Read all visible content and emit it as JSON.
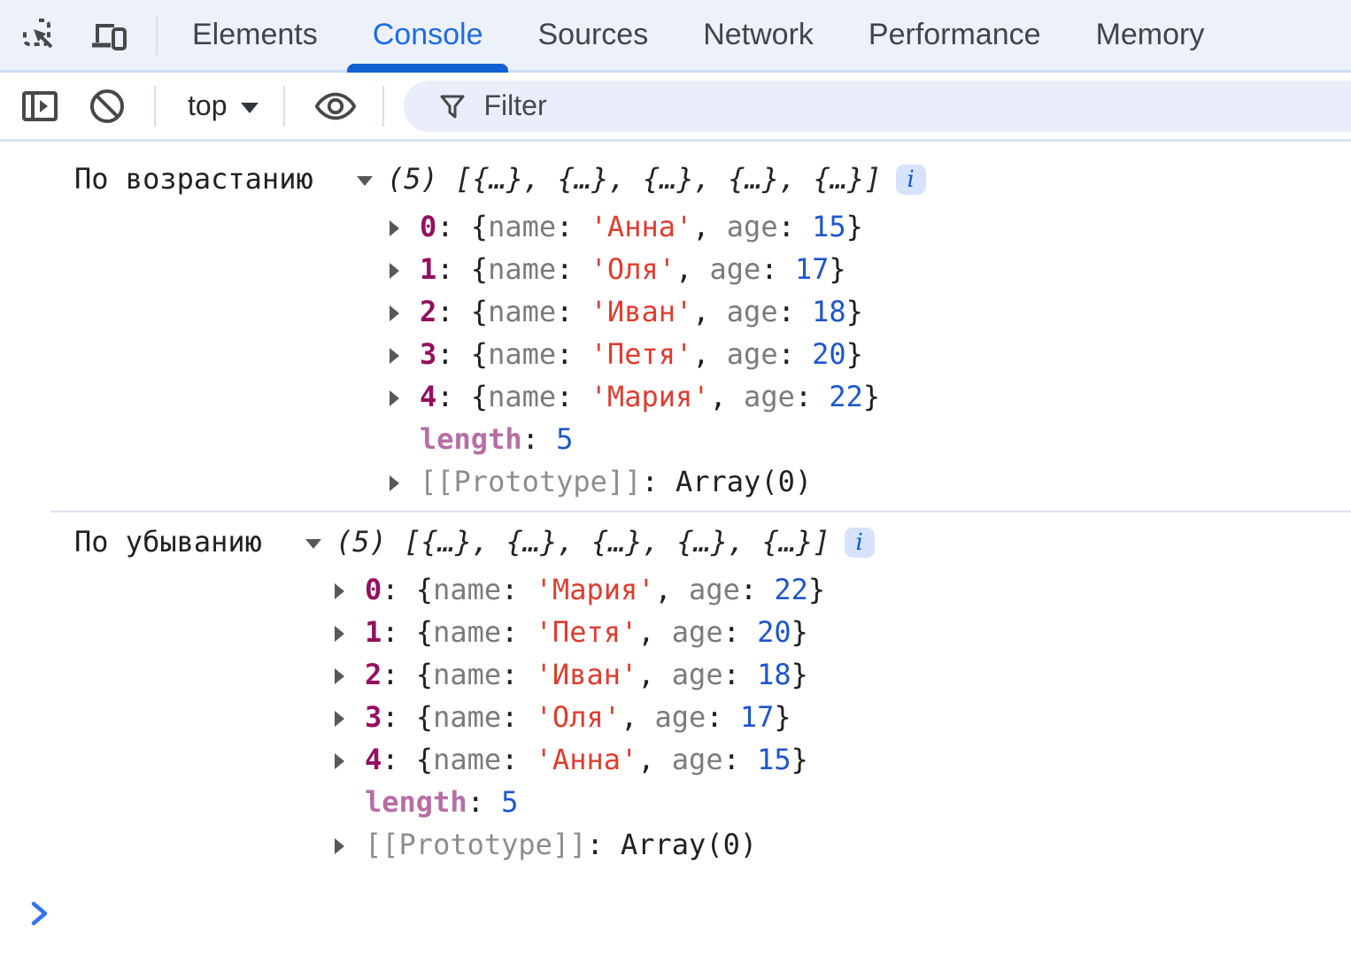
{
  "tabbar": {
    "tabs": [
      {
        "label": "Elements"
      },
      {
        "label": "Console"
      },
      {
        "label": "Sources"
      },
      {
        "label": "Network"
      },
      {
        "label": "Performance"
      },
      {
        "label": "Memory"
      }
    ]
  },
  "toolbar": {
    "context_selector": "top",
    "filter_placeholder": "Filter"
  },
  "colors": {
    "accent_blue": "#1261d3",
    "string_red": "#df3d2f",
    "number_blue": "#1e56cc",
    "index_purple": "#94105e"
  },
  "console": {
    "syntax": {
      "colon_open": ": {",
      "colon": ": ",
      "comma": ", ",
      "close": "}"
    },
    "keys": {
      "name": "name",
      "age": "age"
    },
    "groups": [
      {
        "label": "По возрастанию",
        "preview": "(5) [{…}, {…}, {…}, {…}, {…}]",
        "badge": "i",
        "items": [
          {
            "index": "0",
            "name": "'Анна'",
            "age": "15"
          },
          {
            "index": "1",
            "name": "'Оля'",
            "age": "17"
          },
          {
            "index": "2",
            "name": "'Иван'",
            "age": "18"
          },
          {
            "index": "3",
            "name": "'Петя'",
            "age": "20"
          },
          {
            "index": "4",
            "name": "'Мария'",
            "age": "22"
          }
        ],
        "length_label": "length",
        "length_value": "5",
        "prototype_label": "[[Prototype]]",
        "prototype_value": "Array(0)"
      },
      {
        "label": "По убыванию",
        "preview": "(5) [{…}, {…}, {…}, {…}, {…}]",
        "badge": "i",
        "items": [
          {
            "index": "0",
            "name": "'Мария'",
            "age": "22"
          },
          {
            "index": "1",
            "name": "'Петя'",
            "age": "20"
          },
          {
            "index": "2",
            "name": "'Иван'",
            "age": "18"
          },
          {
            "index": "3",
            "name": "'Оля'",
            "age": "17"
          },
          {
            "index": "4",
            "name": "'Анна'",
            "age": "15"
          }
        ],
        "length_label": "length",
        "length_value": "5",
        "prototype_label": "[[Prototype]]",
        "prototype_value": "Array(0)"
      }
    ]
  }
}
